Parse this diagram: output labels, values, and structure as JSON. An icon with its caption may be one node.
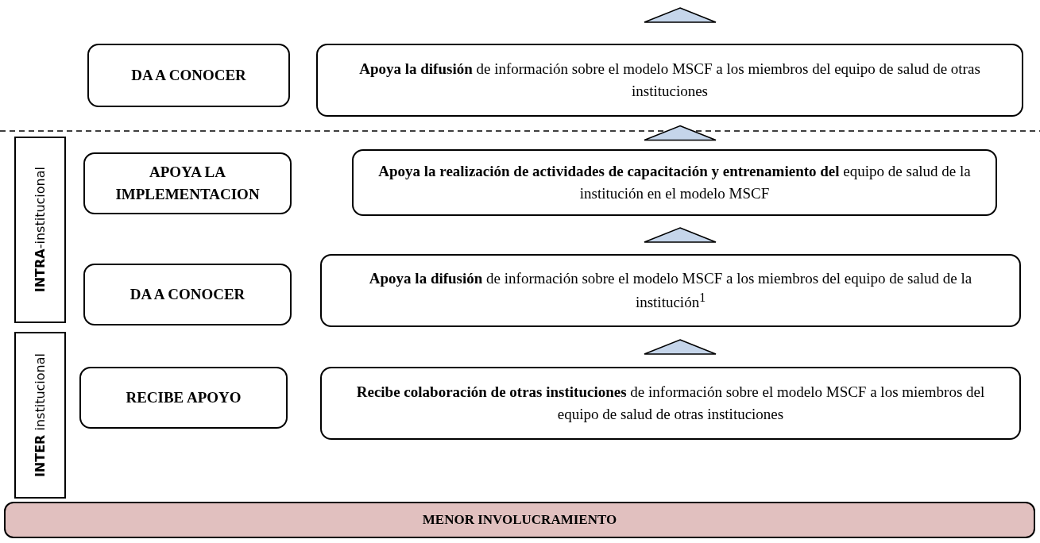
{
  "diagram": {
    "nodes": [
      {
        "text": [
          "DA A CONOCER"
        ]
      },
      {
        "text": [
          "**Apoya la difusión** de información sobre el modelo MSCF a los miembros del equipo de salud de otras instituciones"
        ]
      },
      {
        "text": [
          "**INTRA**-institucional"
        ]
      },
      {
        "text": [
          "APOYA LA IMPLEMENTACION"
        ]
      },
      {
        "text": [
          "**Apoya la realización de actividades de capacitación y entrenamiento del** equipo de salud de la institución en el modelo MSCF"
        ]
      },
      {
        "text": [
          "DA A CONOCER"
        ]
      },
      {
        "text": [
          "**Apoya la difusión** de información sobre el modelo MSCF a los miembros del equipo de salud de la institución$^{1}$"
        ]
      },
      {
        "text": [
          "**INTER** institucional"
        ]
      },
      {
        "text": [
          "RECIBE APOYO"
        ]
      },
      {
        "text": [
          "**Recibe colaboración de otras instituciones** de información sobre el modelo MSCF a los miembros del equipo de salud de otras instituciones"
        ]
      },
      {
        "text": [
          "MENOR INVOLUCRAMIENTO"
        ]
      }
    ],
    "edges": [
      {
        "from": 9,
        "to": 6,
        "arrow": "to"
      },
      {
        "from": 6,
        "to": 4,
        "arrow": "to"
      },
      {
        "from": 4,
        "to": 1,
        "arrow": "to"
      },
      {
        "from": 1,
        "to": null,
        "arrow": "to"
      }
    ]
  }
}
